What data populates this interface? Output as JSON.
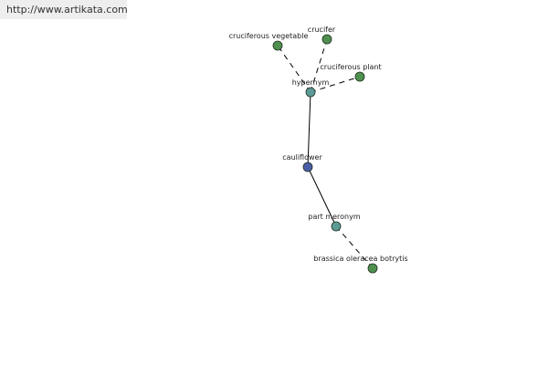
{
  "site": {
    "url": "http://www.artikata.com"
  },
  "colors": {
    "background": "#ffffff",
    "url_bar": "#eeeeee",
    "edge": "#000000",
    "node_stroke": "#1f2f1f",
    "word": "#4a5ea8",
    "relation": "#5c9a96",
    "related_word": "#4f8f4f"
  },
  "graph": {
    "nodes": [
      {
        "id": "cauliflower",
        "label": "cauliflower",
        "kind": "word"
      },
      {
        "id": "hypernym",
        "label": "hypernym",
        "kind": "relation"
      },
      {
        "id": "cruciferous-vegetable",
        "label": "cruciferous vegetable",
        "kind": "related_word"
      },
      {
        "id": "crucifer",
        "label": "crucifer",
        "kind": "related_word"
      },
      {
        "id": "cruciferous-plant",
        "label": "cruciferous plant",
        "kind": "related_word"
      },
      {
        "id": "part-meronym",
        "label": "part meronym",
        "kind": "relation"
      },
      {
        "id": "brassica-oleracea-botrytis",
        "label": "brassica oleracea botrytis",
        "kind": "related_word"
      }
    ],
    "edges": [
      {
        "from": "cauliflower",
        "to": "hypernym",
        "style": "solid"
      },
      {
        "from": "cauliflower",
        "to": "part-meronym",
        "style": "solid"
      },
      {
        "from": "hypernym",
        "to": "cruciferous-vegetable",
        "style": "dashed"
      },
      {
        "from": "hypernym",
        "to": "crucifer",
        "style": "dashed"
      },
      {
        "from": "hypernym",
        "to": "cruciferous-plant",
        "style": "dashed"
      },
      {
        "from": "part-meronym",
        "to": "brassica-oleracea-botrytis",
        "style": "dashed"
      }
    ]
  }
}
